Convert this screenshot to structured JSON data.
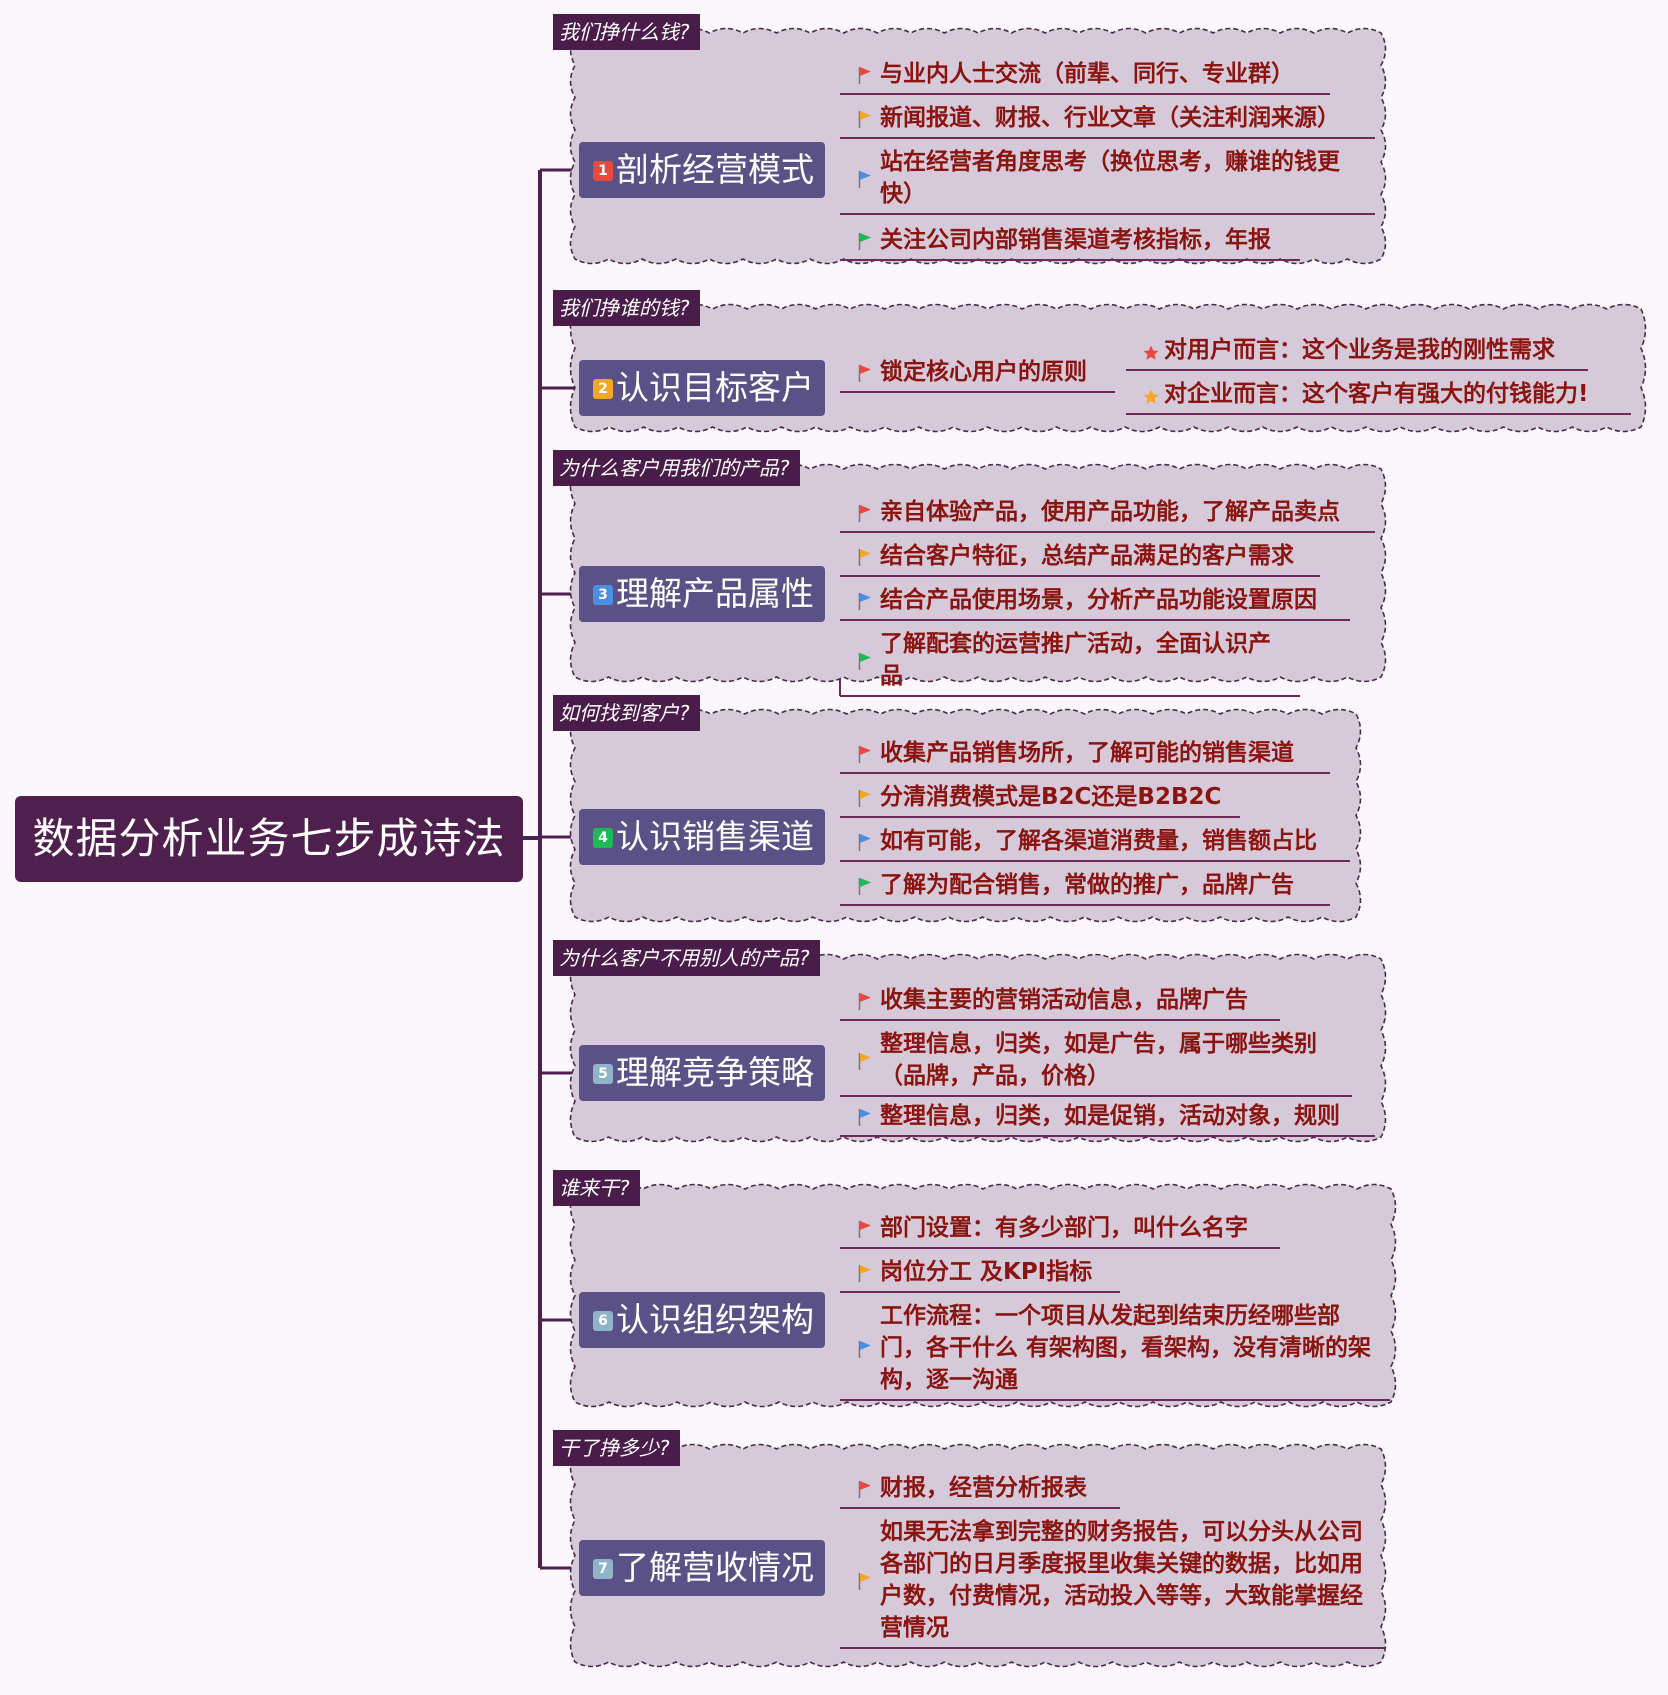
{
  "root": {
    "title": "数据分析业务七步成诗法"
  },
  "colors": {
    "root_bg": "#4f1f4d",
    "topic_bg": "#5a5286",
    "cloud_fill": "#d6c9d9",
    "item_text": "#8a1410",
    "flag_red": "#e84a3f",
    "flag_orange": "#f5a623",
    "flag_blue": "#4a90e2",
    "flag_green": "#1db954"
  },
  "sections": [
    {
      "callout": "我们挣什么钱?",
      "topic": {
        "number": "1",
        "badge_color": "#e84a3f",
        "label": "剖析经营模式"
      },
      "items": [
        {
          "flag": "red",
          "text": "与业内人士交流（前辈、同行、专业群）"
        },
        {
          "flag": "orange",
          "text": "新闻报道、财报、行业文章（关注利润来源）"
        },
        {
          "flag": "blue",
          "text": "站在经营者角度思考（换位思考，赚谁的钱更快）"
        },
        {
          "flag": "green",
          "text": "关注公司内部销售渠道考核指标，年报"
        }
      ]
    },
    {
      "callout": "我们挣谁的钱?",
      "topic": {
        "number": "2",
        "badge_color": "#f5a623",
        "label": "认识目标客户"
      },
      "items": [
        {
          "flag": "red",
          "text": "锁定核心用户的原则"
        }
      ],
      "subitems": [
        {
          "star": "red",
          "text": "对用户而言：这个业务是我的刚性需求"
        },
        {
          "star": "orange",
          "text": "对企业而言：这个客户有强大的付钱能力!"
        }
      ]
    },
    {
      "callout": "为什么客户用我们的产品?",
      "topic": {
        "number": "3",
        "badge_color": "#4a90e2",
        "label": "理解产品属性"
      },
      "items": [
        {
          "flag": "red",
          "text": "亲自体验产品，使用产品功能，了解产品卖点"
        },
        {
          "flag": "orange",
          "text": "结合客户特征，总结产品满足的客户需求"
        },
        {
          "flag": "blue",
          "text": "结合产品使用场景，分析产品功能设置原因"
        },
        {
          "flag": "green",
          "text": "了解配套的运营推广活动，全面认识产品"
        }
      ]
    },
    {
      "callout": "如何找到客户?",
      "topic": {
        "number": "4",
        "badge_color": "#1db954",
        "label": "认识销售渠道"
      },
      "items": [
        {
          "flag": "red",
          "text": "收集产品销售场所，了解可能的销售渠道"
        },
        {
          "flag": "orange",
          "text": "分清消费模式是B2C还是B2B2C"
        },
        {
          "flag": "blue",
          "text": "如有可能，了解各渠道消费量，销售额占比"
        },
        {
          "flag": "green",
          "text": "了解为配合销售，常做的推广，品牌广告"
        }
      ]
    },
    {
      "callout": "为什么客户不用别人的产品?",
      "topic": {
        "number": "5",
        "badge_color": "#8fb3c8",
        "label": "理解竞争策略"
      },
      "items": [
        {
          "flag": "red",
          "text": "收集主要的营销活动信息，品牌广告"
        },
        {
          "flag": "orange",
          "text": "整理信息，归类，如是广告，属于哪些类别（品牌，产品，价格）"
        },
        {
          "flag": "blue",
          "text": "整理信息，归类，如是促销，活动对象，规则"
        }
      ]
    },
    {
      "callout": "谁来干?",
      "topic": {
        "number": "6",
        "badge_color": "#8fb3c8",
        "label": "认识组织架构"
      },
      "items": [
        {
          "flag": "red",
          "text": "部门设置：有多少部门，叫什么名字"
        },
        {
          "flag": "orange",
          "text": "岗位分工 及KPI指标"
        },
        {
          "flag": "blue",
          "text": "工作流程：一个项目从发起到结束历经哪些部门，各干什么 有架构图，看架构，没有清晰的架构，逐一沟通"
        }
      ]
    },
    {
      "callout": "干了挣多少?",
      "topic": {
        "number": "7",
        "badge_color": "#8fb3c8",
        "label": "了解营收情况"
      },
      "items": [
        {
          "flag": "red",
          "text": "财报，经营分析报表"
        },
        {
          "flag": "orange",
          "text": "如果无法拿到完整的财务报告，可以分头从公司各部门的日月季度报里收集关键的数据，比如用户数，付费情况，活动投入等等，大致能掌握经营情况"
        }
      ]
    }
  ]
}
